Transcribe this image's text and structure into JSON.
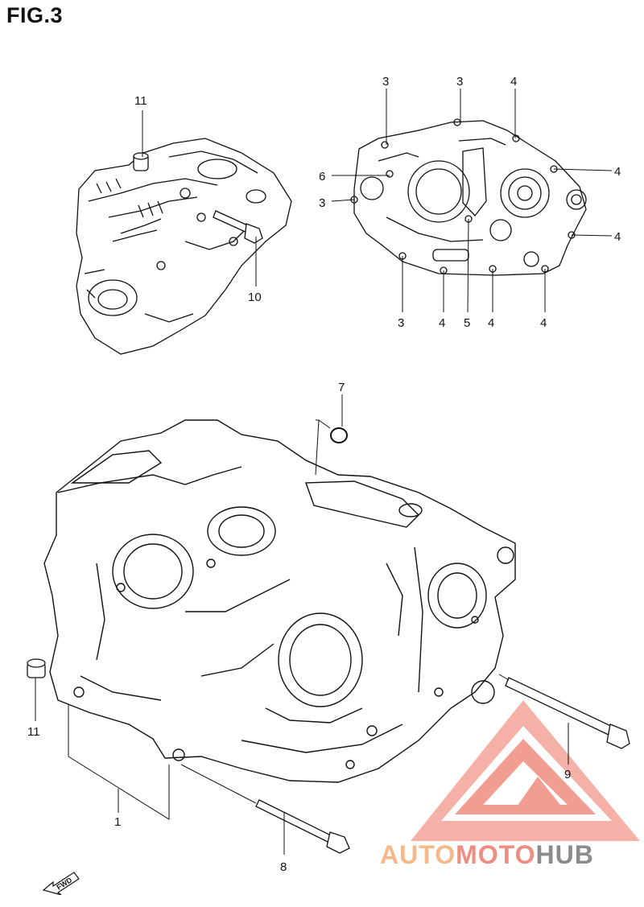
{
  "figure": {
    "title": "FIG.3"
  },
  "callouts": {
    "c1": "1",
    "c3a": "3",
    "c3b": "3",
    "c3c": "3",
    "c3d": "3",
    "c4a": "4",
    "c4b": "4",
    "c4c": "4",
    "c4d": "4",
    "c4e": "4",
    "c4f": "4",
    "c5": "5",
    "c6": "6",
    "c7": "7",
    "c8": "8",
    "c9": "9",
    "c10": "10",
    "c11a": "11",
    "c11b": "11"
  },
  "fwd_marker": {
    "label": "FWD"
  },
  "watermark": {
    "part1": "AUTO",
    "part2": "MOTO",
    "part3": "HUB"
  },
  "colors": {
    "line": "#111111",
    "watermark_red": "#f08c80",
    "watermark_orange": "#f4b98a",
    "watermark_gray": "#8b8b8b"
  }
}
